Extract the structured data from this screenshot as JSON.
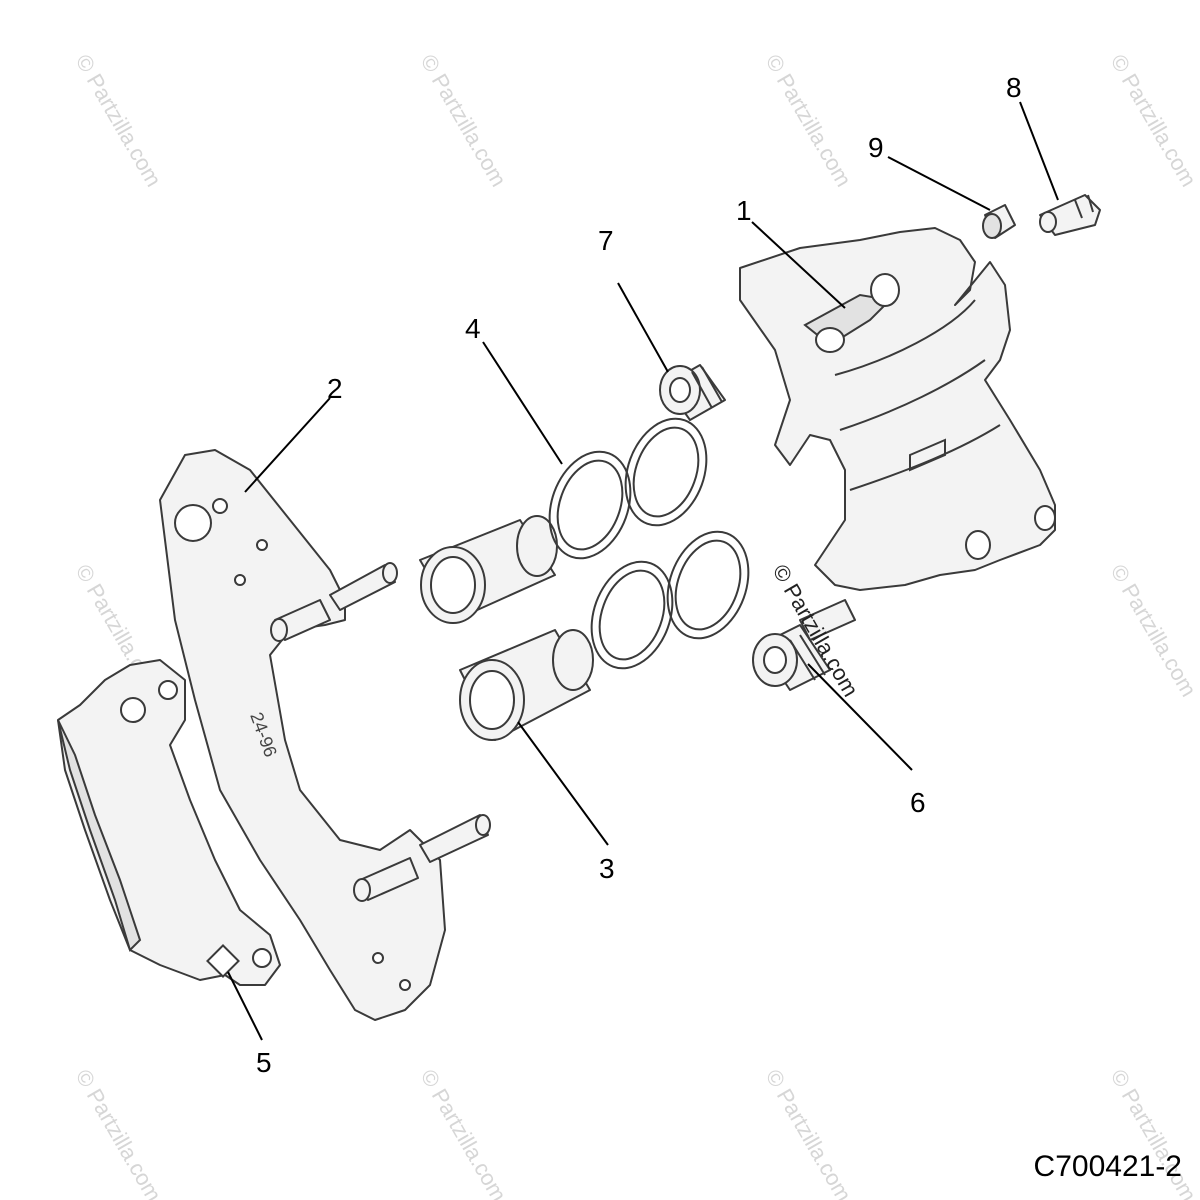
{
  "watermark": "© Partzilla.com",
  "diagram_code": "C700421-2",
  "bracket_stamp": "24-96",
  "callouts": [
    {
      "id": "1",
      "label": "1"
    },
    {
      "id": "2",
      "label": "2"
    },
    {
      "id": "3",
      "label": "3"
    },
    {
      "id": "4",
      "label": "4"
    },
    {
      "id": "5",
      "label": "5"
    },
    {
      "id": "6",
      "label": "6"
    },
    {
      "id": "7",
      "label": "7"
    },
    {
      "id": "8",
      "label": "8"
    },
    {
      "id": "9",
      "label": "9"
    }
  ]
}
